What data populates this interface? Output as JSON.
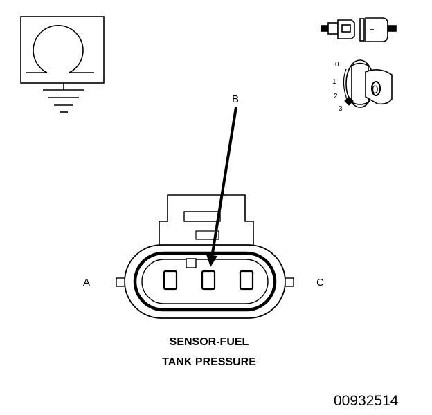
{
  "callouts": {
    "terminal_b": "B",
    "terminal_a": "A",
    "terminal_c": "C"
  },
  "ignition_positions": [
    "3",
    "2",
    "1",
    "0"
  ],
  "key_label": "0",
  "caption": {
    "line1": "SENSOR-FUEL",
    "line2": "TANK PRESSURE"
  },
  "figure_number": "00932514",
  "icons": {
    "ohm_symbol": "ohmmeter-icon",
    "ground": "ground-icon",
    "connector": "disconnect-connector-icon",
    "ignition": "ignition-key-icon"
  },
  "colors": {
    "ink": "#000000",
    "paper": "#ffffff"
  }
}
